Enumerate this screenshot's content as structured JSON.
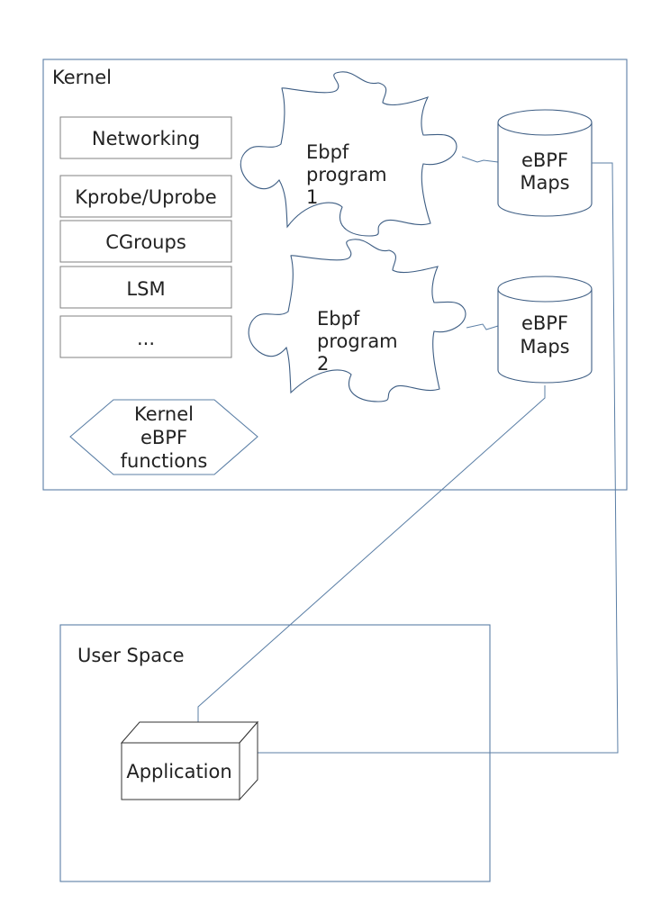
{
  "kernel": {
    "label": "Kernel",
    "hook_boxes": [
      "Networking",
      "Kprobe/Uprobe",
      "CGroups",
      "LSM",
      "..."
    ],
    "functions_label": [
      "Kernel",
      "eBPF",
      "functions"
    ]
  },
  "programs": [
    {
      "lines": [
        "Ebpf",
        "program",
        "1"
      ]
    },
    {
      "lines": [
        "Ebpf",
        "program",
        "2"
      ]
    }
  ],
  "maps": [
    {
      "lines": [
        "eBPF",
        "Maps"
      ]
    },
    {
      "lines": [
        "eBPF",
        "Maps"
      ]
    }
  ],
  "user_space": {
    "label": "User Space",
    "application_label": "Application"
  },
  "colors": {
    "frame": "#5b7fa6",
    "shape_stroke": "#3e5e84",
    "box_stroke": "#808080"
  }
}
